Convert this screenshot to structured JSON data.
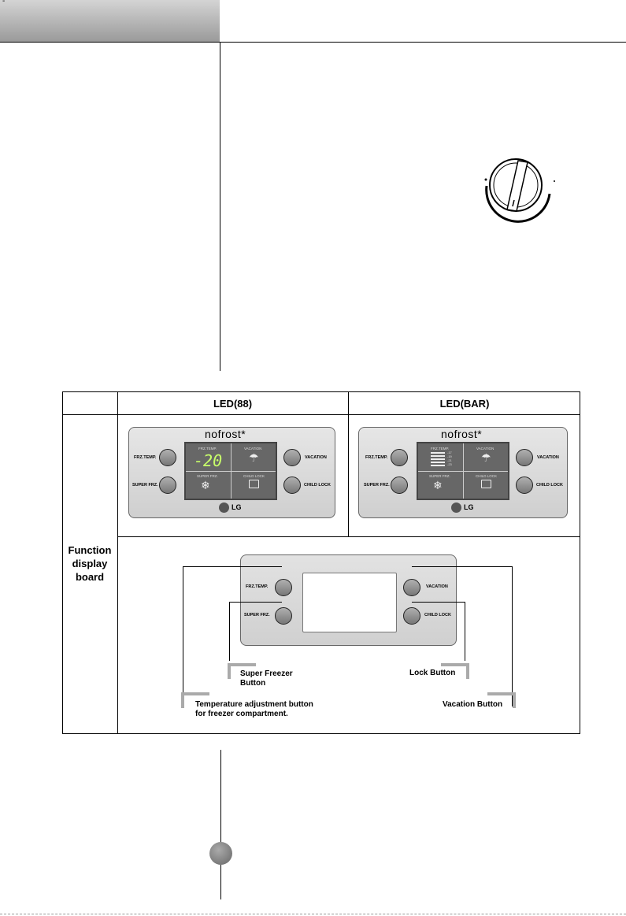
{
  "header": {
    "corner_mark": "-"
  },
  "dial": {
    "name": "temperature-dial"
  },
  "table": {
    "col_led88": "LED(88)",
    "col_ledbar": "LED(BAR)",
    "row_label": "Function\ndisplay\nboard",
    "row_label_lines": [
      "Function",
      "display",
      "board"
    ]
  },
  "panel": {
    "brand": "nofrost*",
    "logo": "LG",
    "frz_temp": "FRZ.TEMP.",
    "super_frz": "SUPER FRZ.",
    "vacation": "VACATION",
    "child_lock": "CHILD LOCK",
    "disp_frz_temp": "FRZ.TEMP.",
    "disp_vacation": "VACATION",
    "disp_super_frz": "SUPER FRZ.",
    "disp_child_lock": "CHILD LOCK",
    "led_value": "-20",
    "bar_levels": [
      "-17",
      "-19",
      "-21",
      "-23"
    ]
  },
  "callouts": {
    "super_freezer": [
      "Super Freezer",
      "Button"
    ],
    "lock": "Lock Button",
    "temp_adjust": [
      "Temperature adjustment button",
      "for freezer compartment."
    ],
    "vacation": "Vacation Button"
  },
  "colors": {
    "panel": "#d8d8d8",
    "display": "#676767",
    "led": "#c8ff6a",
    "header": "#b5b5b5"
  }
}
